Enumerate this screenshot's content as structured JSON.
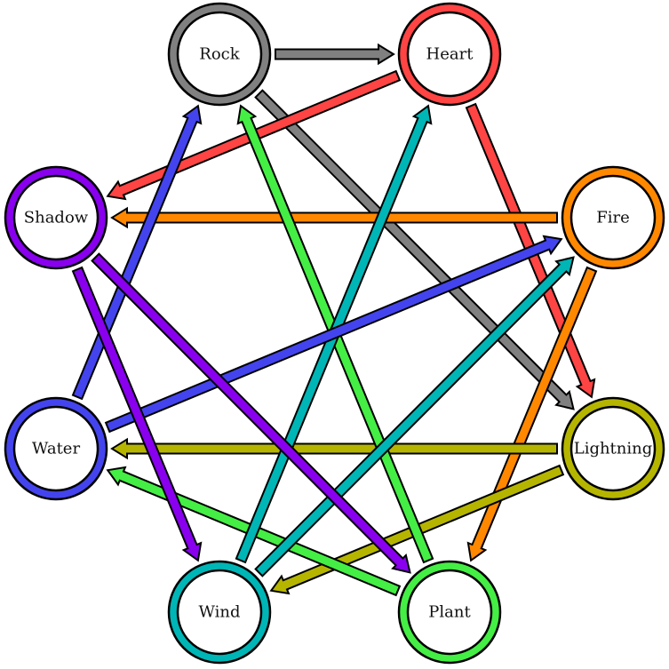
{
  "diagram": {
    "nodes": [
      {
        "id": "rock",
        "label": "Rock",
        "color": "#808080"
      },
      {
        "id": "heart",
        "label": "Heart",
        "color": "#ff4444"
      },
      {
        "id": "fire",
        "label": "Fire",
        "color": "#ff8800"
      },
      {
        "id": "lightning",
        "label": "Lightning",
        "color": "#b5b500"
      },
      {
        "id": "plant",
        "label": "Plant",
        "color": "#44ee44"
      },
      {
        "id": "wind",
        "label": "Wind",
        "color": "#00b5b5"
      },
      {
        "id": "water",
        "label": "Water",
        "color": "#4444ee"
      },
      {
        "id": "shadow",
        "label": "Shadow",
        "color": "#8800ee"
      }
    ],
    "edges": [
      {
        "from": "rock",
        "to": "heart"
      },
      {
        "from": "rock",
        "to": "lightning"
      },
      {
        "from": "heart",
        "to": "shadow"
      },
      {
        "from": "heart",
        "to": "lightning"
      },
      {
        "from": "fire",
        "to": "shadow"
      },
      {
        "from": "fire",
        "to": "plant"
      },
      {
        "from": "lightning",
        "to": "water"
      },
      {
        "from": "lightning",
        "to": "wind"
      },
      {
        "from": "plant",
        "to": "rock"
      },
      {
        "from": "plant",
        "to": "water"
      },
      {
        "from": "wind",
        "to": "heart"
      },
      {
        "from": "wind",
        "to": "fire"
      },
      {
        "from": "water",
        "to": "rock"
      },
      {
        "from": "water",
        "to": "fire"
      },
      {
        "from": "shadow",
        "to": "wind"
      },
      {
        "from": "shadow",
        "to": "plant"
      }
    ]
  }
}
